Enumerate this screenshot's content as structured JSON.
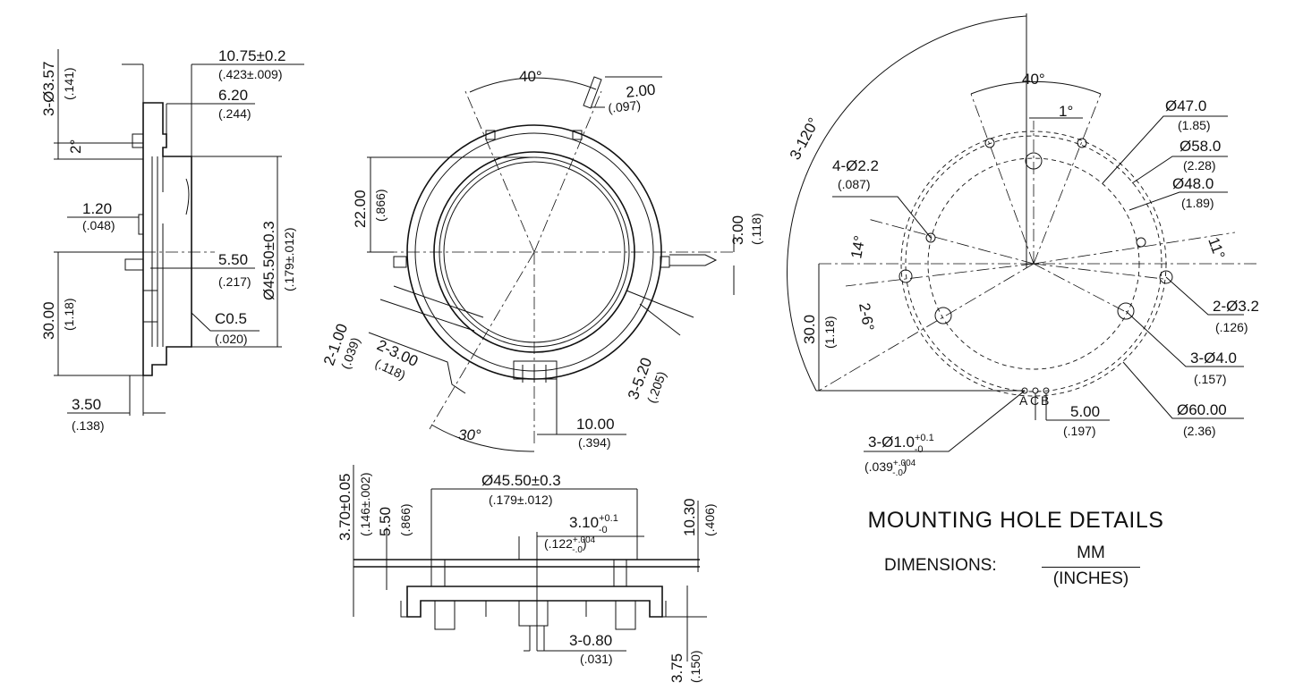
{
  "side_view": {
    "holes_mm": "3-Ø3.57",
    "holes_in": "(.141)",
    "depth_total_mm": "10.75±0.2",
    "depth_total_in": "(.423±.009)",
    "depth_body_mm": "6.20",
    "depth_body_in": "(.244)",
    "angle": "2°",
    "tab_mm": "1.20",
    "tab_in": "(.048)",
    "pin_mm": "5.50",
    "pin_in": "(.217)",
    "dia_mm": "Ø45.50±0.3",
    "dia_in": "(.179±.012)",
    "chamfer_mm": "C0.5",
    "chamfer_in": "(.020)",
    "height_mm": "30.00",
    "height_in": "(1.18)",
    "offset_mm": "3.50",
    "offset_in": "(.138)"
  },
  "front_view": {
    "angle_top": "40°",
    "key_width_mm": "2.00",
    "key_width_in": "(.097)",
    "offset_mm": "22.00",
    "offset_in": "(.866)",
    "pin_mm": "3.00",
    "pin_in": "(.118)",
    "tab_a_mm": "2-1.00",
    "tab_a_in": "(.039)",
    "tab_b_mm": "2-3.00",
    "tab_b_in": "(.118)",
    "tab_c_mm": "3-5.20",
    "tab_c_in": "(.205)",
    "angle_bottom": "30°",
    "terminal_mm": "10.00",
    "terminal_in": "(.394)"
  },
  "bottom_view": {
    "dia_mm": "Ø45.50±0.3",
    "dia_in": "(.179±.012)",
    "h1_mm": "3.70±0.05",
    "h1_in": "(.146±.002)",
    "h2_mm": "5.50",
    "h2_in": "(.866)",
    "slot_mm": "3.10",
    "slot_tol_mm": "+0.1",
    "slot_tol2_mm": "-0",
    "slot_in": "(.122",
    "slot_tol_in": "+.004",
    "slot_tol2_in": "-.0",
    "slot_in_close": ")",
    "height_mm": "10.30",
    "height_in": "(.406)",
    "pins_mm": "3-0.80",
    "pins_in": "(.031)",
    "pin_len_mm": "3.75",
    "pin_len_in": "(.150)"
  },
  "mounting": {
    "angle_arc": "3-120°",
    "angle_top": "40°",
    "angle_small": "1°",
    "d47_mm": "Ø47.0",
    "d47_in": "(1.85)",
    "d58_mm": "Ø58.0",
    "d58_in": "(2.28)",
    "d48_mm": "Ø48.0",
    "d48_in": "(1.89)",
    "holes22_mm": "4-Ø2.2",
    "holes22_in": "(.087)",
    "angle_14": "14°",
    "angle_11": "11°",
    "angle_26": "2-6°",
    "holes32_mm": "2-Ø3.2",
    "holes32_in": "(.126)",
    "holes40_mm": "3-Ø4.0",
    "holes40_in": "(.157)",
    "height_mm": "30.0",
    "height_in": "(1.18)",
    "d60_mm": "Ø60.00",
    "d60_in": "(2.36)",
    "pitch_mm": "5.00",
    "pitch_in": "(.197)",
    "pin_holes_mm": "3-Ø1.0",
    "pin_holes_tol_mm": "+0.1",
    "pin_holes_tol2_mm": "-0",
    "pin_holes_in": "(.039",
    "pin_holes_tol_in": "+.004",
    "pin_holes_tol2_in": "-.0",
    "pin_holes_in_close": ")",
    "labels": [
      "A",
      "C",
      "B"
    ]
  },
  "title": "MOUNTING HOLE DETAILS",
  "legend": {
    "label": "DIMENSIONS:",
    "numerator": "MM",
    "denominator": "(INCHES)"
  }
}
